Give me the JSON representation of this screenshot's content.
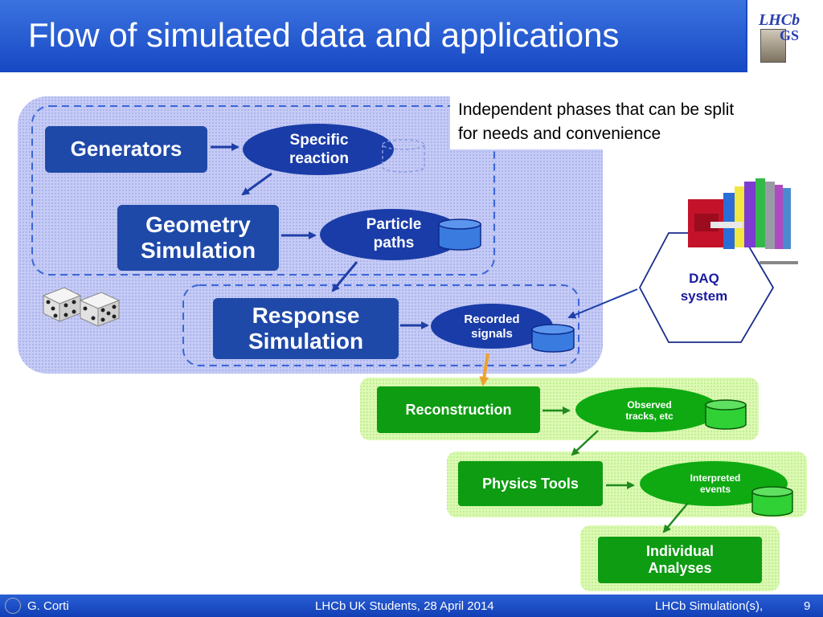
{
  "slide": {
    "title": "Flow of simulated data and applications",
    "note": "Independent phases that can be split\nfor needs and convenience",
    "logo_text": "LHCb",
    "logo_sub": "GS"
  },
  "diagram": {
    "generators": "Generators",
    "specific_reaction": "Specific\nreaction",
    "geometry_simulation": "Geometry\nSimulation",
    "particle_paths": "Particle\npaths",
    "response_simulation": "Response\nSimulation",
    "recorded_signals": "Recorded\nsignals",
    "daq_system": "DAQ\nsystem",
    "reconstruction": "Reconstruction",
    "observed_tracks": "Observed\ntracks, etc",
    "physics_tools": "Physics Tools",
    "interpreted_events": "Interpreted\nevents",
    "individual_analyses": "Individual\nAnalyses"
  },
  "colors": {
    "header_blue": "#1748c4",
    "box_blue": "#1f49a8",
    "oval_blue": "#1a3ca8",
    "box_green": "#0e9c12",
    "oval_green": "#0faa12",
    "cyl_blue": "#3a7be0",
    "cyl_green": "#2fd135",
    "zone_lavender": "#b8bff0",
    "zone_green": "#d4f7a8"
  },
  "footer": {
    "author": "G. Corti",
    "event": "LHCb UK Students, 28 April 2014",
    "topic": "LHCb Simulation(s),",
    "page": "9"
  }
}
